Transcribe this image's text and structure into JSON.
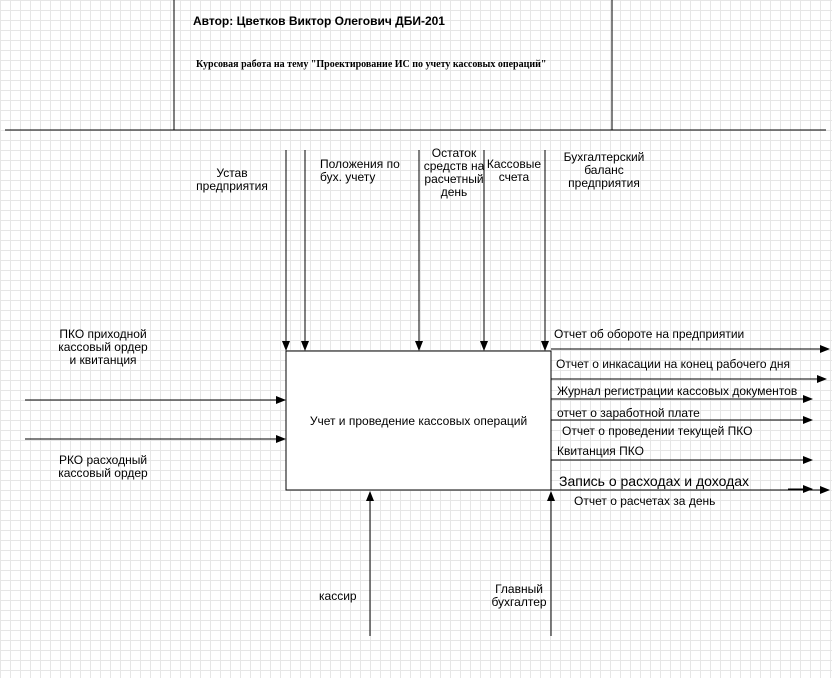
{
  "header": {
    "author": "Автор: Цветков Виктор Олегович ДБИ-201",
    "topic": "Курсовая работа на тему \"Проектирование ИС по учету кассовых операций\""
  },
  "process": {
    "label": "Учет и проведение кассовых операций"
  },
  "controls": [
    "Устав предприятия",
    "Положения по бух. учету",
    "Остаток средств на расчетный день",
    "Кассовые счета",
    "Бухгалтерский баланс предприятия"
  ],
  "inputs": [
    "ПКО приходной кассовый ордер и квитанция",
    "РКО расходный кассовый ордер"
  ],
  "outputs": [
    "Отчет об обороте на предприятии",
    "Отчет о инкасации на конец рабочего дня",
    "Журнал регистрации кассовых документов",
    "отчет о заработной плате",
    "Отчет о проведении текущей ПКО",
    "Квитанция ПКО",
    "Запись о расходах и доходах",
    "Отчет о расчетах за день"
  ],
  "mechanisms": [
    "кассир",
    "Главный бухгалтер"
  ]
}
